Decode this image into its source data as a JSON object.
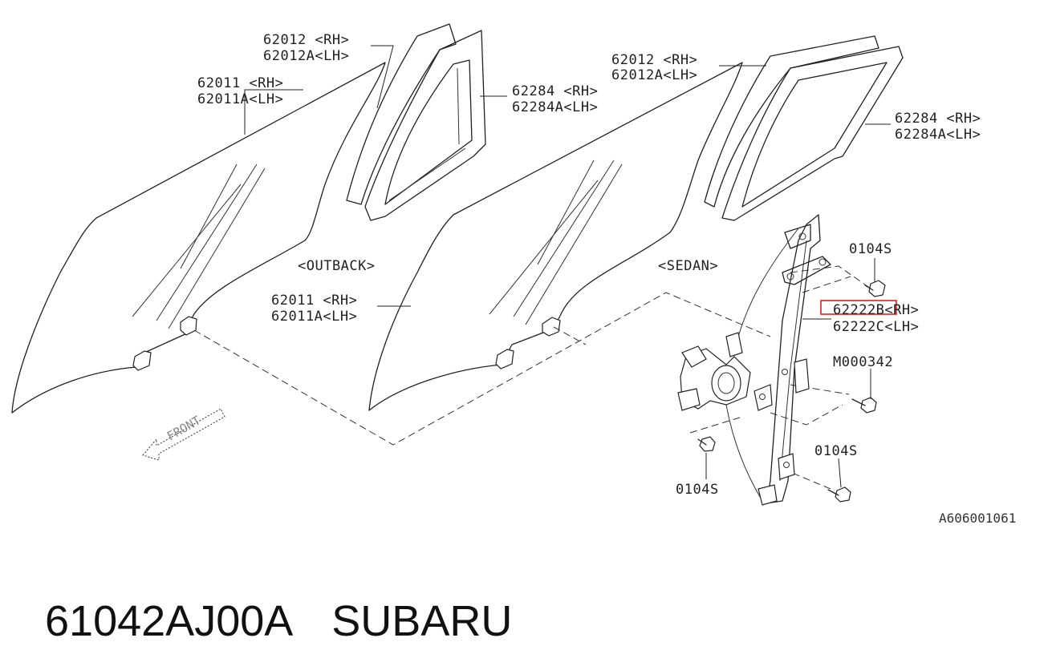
{
  "labels": {
    "outback_glass_frame": [
      "62012 <RH>",
      "62012A<LH>"
    ],
    "outback_glass": [
      "62011 <RH>",
      "62011A<LH>"
    ],
    "outback_sash": [
      "62284 <RH>",
      "62284A<LH>"
    ],
    "outback_caption": "<OUTBACK>",
    "sedan_glass_frame": [
      "62012 <RH>",
      "62012A<LH>"
    ],
    "sedan_sash": [
      "62284 <RH>",
      "62284A<LH>"
    ],
    "sedan_caption": "<SEDAN>",
    "sedan_glass": [
      "62011 <RH>",
      "62011A<LH>"
    ],
    "bolt_top": "0104S",
    "regulator": [
      "62222B<RH>",
      "62222C<LH>"
    ],
    "bolt_mid": "M000342",
    "bolt_right": "0104S",
    "bolt_bottom": "0104S",
    "front_marker": "FRONT",
    "diagram_code": "A606001061"
  },
  "highlight": {
    "part_number": "62222B",
    "color": "#e02020"
  },
  "footer": {
    "part_number": "61042AJ00A",
    "brand": "SUBARU"
  }
}
